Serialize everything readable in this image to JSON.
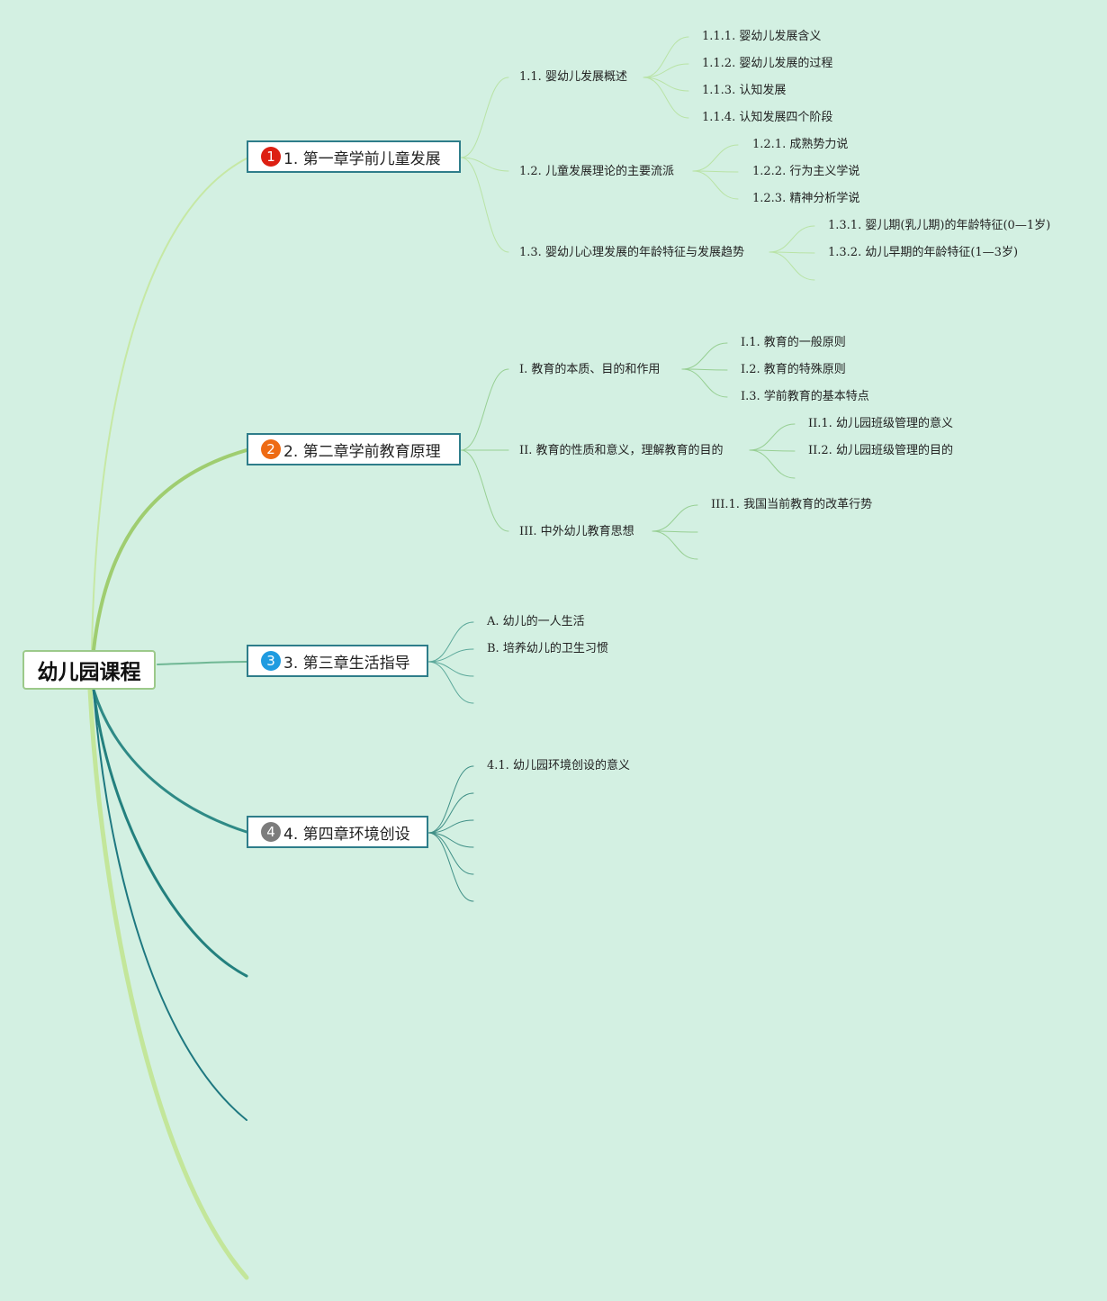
{
  "root": {
    "label": "幼儿园课程"
  },
  "colors": {
    "background": "#d3f0e2",
    "branch1": "#c6e8a4",
    "branch2": "#9fcd70",
    "branch3": "#6fb794",
    "branch4": "#2f8a86",
    "branch5": "#23807e",
    "branch6": "#1e7880",
    "branch7": "#c3e69a",
    "badge1": "#dd1f12",
    "badge2": "#ee6b14",
    "badge3": "#1f9be0",
    "badge4": "#7c7c7c"
  },
  "chapters": [
    {
      "label": "1. 第一章学前儿童发展",
      "badge": "1",
      "topics": [
        {
          "label": "1.1. 婴幼儿发展概述",
          "subtopics": [
            "1.1.1. 婴幼儿发展含义",
            "1.1.2. 婴幼儿发展的过程",
            "1.1.3. 认知发展",
            "1.1.4. 认知发展四个阶段"
          ]
        },
        {
          "label": "1.2. 儿童发展理论的主要流派",
          "subtopics": [
            "1.2.1. 成熟势力说",
            "1.2.2. 行为主义学说",
            "1.2.3. 精神分析学说"
          ]
        },
        {
          "label": "1.3. 婴幼儿心理发展的年龄特征与发展趋势",
          "subtopics": [
            "1.3.1. 婴儿期(乳儿期)的年龄特征(0—1岁)",
            "1.3.2. 幼儿早期的年龄特征(1—3岁)"
          ]
        }
      ]
    },
    {
      "label": "2. 第二章学前教育原理",
      "badge": "2",
      "topics": [
        {
          "label": "I. 教育的本质、目的和作用",
          "subtopics": [
            "I.1. 教育的一般原则",
            "I.2. 教育的特殊原则",
            "I.3. 学前教育的基本特点"
          ]
        },
        {
          "label": "II. 教育的性质和意义，理解教育的目的",
          "subtopics": [
            "II.1. 幼儿园班级管理的意义",
            "II.2. 幼儿园班级管理的目的"
          ]
        },
        {
          "label": "III. 中外幼儿教育思想",
          "subtopics": [
            "III.1. 我国当前教育的改革行势"
          ]
        }
      ]
    },
    {
      "label": "3. 第三章生活指导",
      "badge": "3",
      "topics": [
        {
          "label": "A. 幼儿的一人生活"
        },
        {
          "label": "B. 培养幼儿的卫生习惯"
        }
      ]
    },
    {
      "label": "4. 第四章环境创设",
      "badge": "4",
      "topics": [
        {
          "label": "4.1. 幼儿园环境创设的意义"
        }
      ]
    }
  ]
}
